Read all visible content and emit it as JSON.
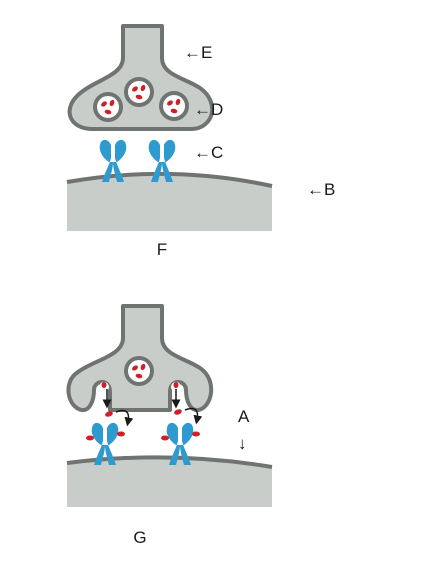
{
  "panels": [
    {
      "caption": "F"
    },
    {
      "caption": "G"
    }
  ],
  "labels": {
    "e": "←E",
    "d": "←D",
    "c": "←C",
    "b": "←B",
    "a": "A",
    "a_arrow": "↓"
  },
  "colors": {
    "membrane_fill": "#c8cdc9",
    "membrane_stroke": "#6f7471",
    "receptor": "#2e9ad0",
    "neurotransmitter": "#d01f26",
    "vesicle_fill": "#ffffff"
  }
}
